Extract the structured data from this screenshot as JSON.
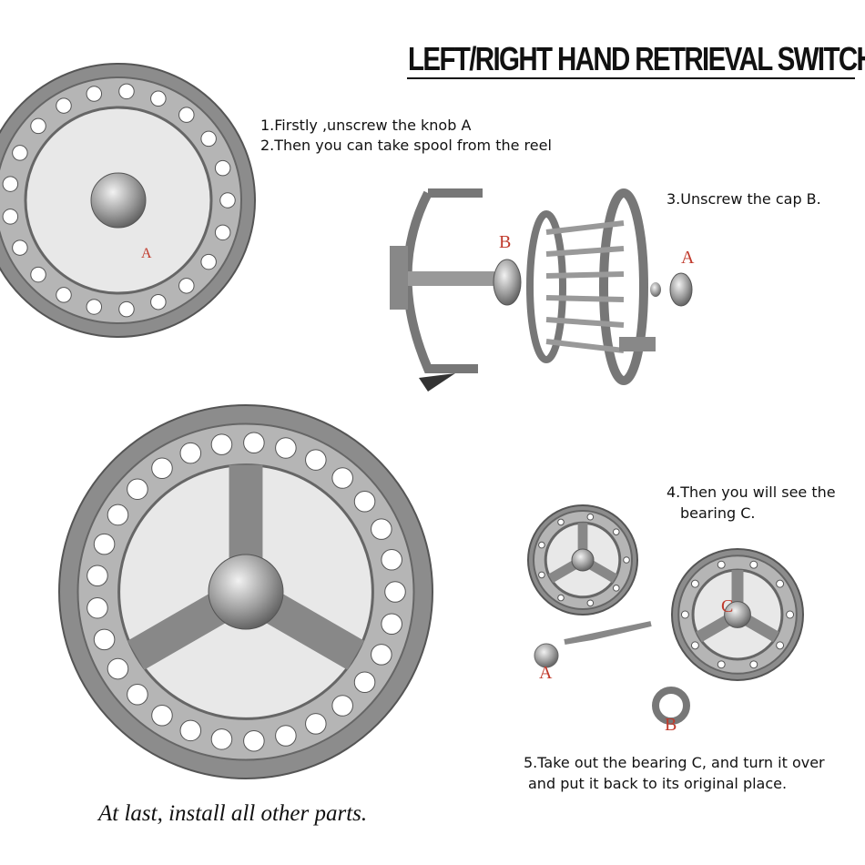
{
  "title": "LEFT/RIGHT HAND RETRIEVAL SWITCH",
  "steps": {
    "s1": "1.Firstly ,unscrew the knob A",
    "s2": "2.Then you can take spool from the reel",
    "s3": "3.Unscrew the cap B.",
    "s4a": "4.Then you will see the",
    "s4b": "bearing C.",
    "s5a": "5.Take out the bearing C, and turn it over",
    "s5b": "and put it back to its original place."
  },
  "final": "At last, install all other parts.",
  "labels": {
    "a": "A",
    "b": "B",
    "c": "C"
  },
  "colors": {
    "label": "#c0392b",
    "metal": "#8a8a8a"
  }
}
